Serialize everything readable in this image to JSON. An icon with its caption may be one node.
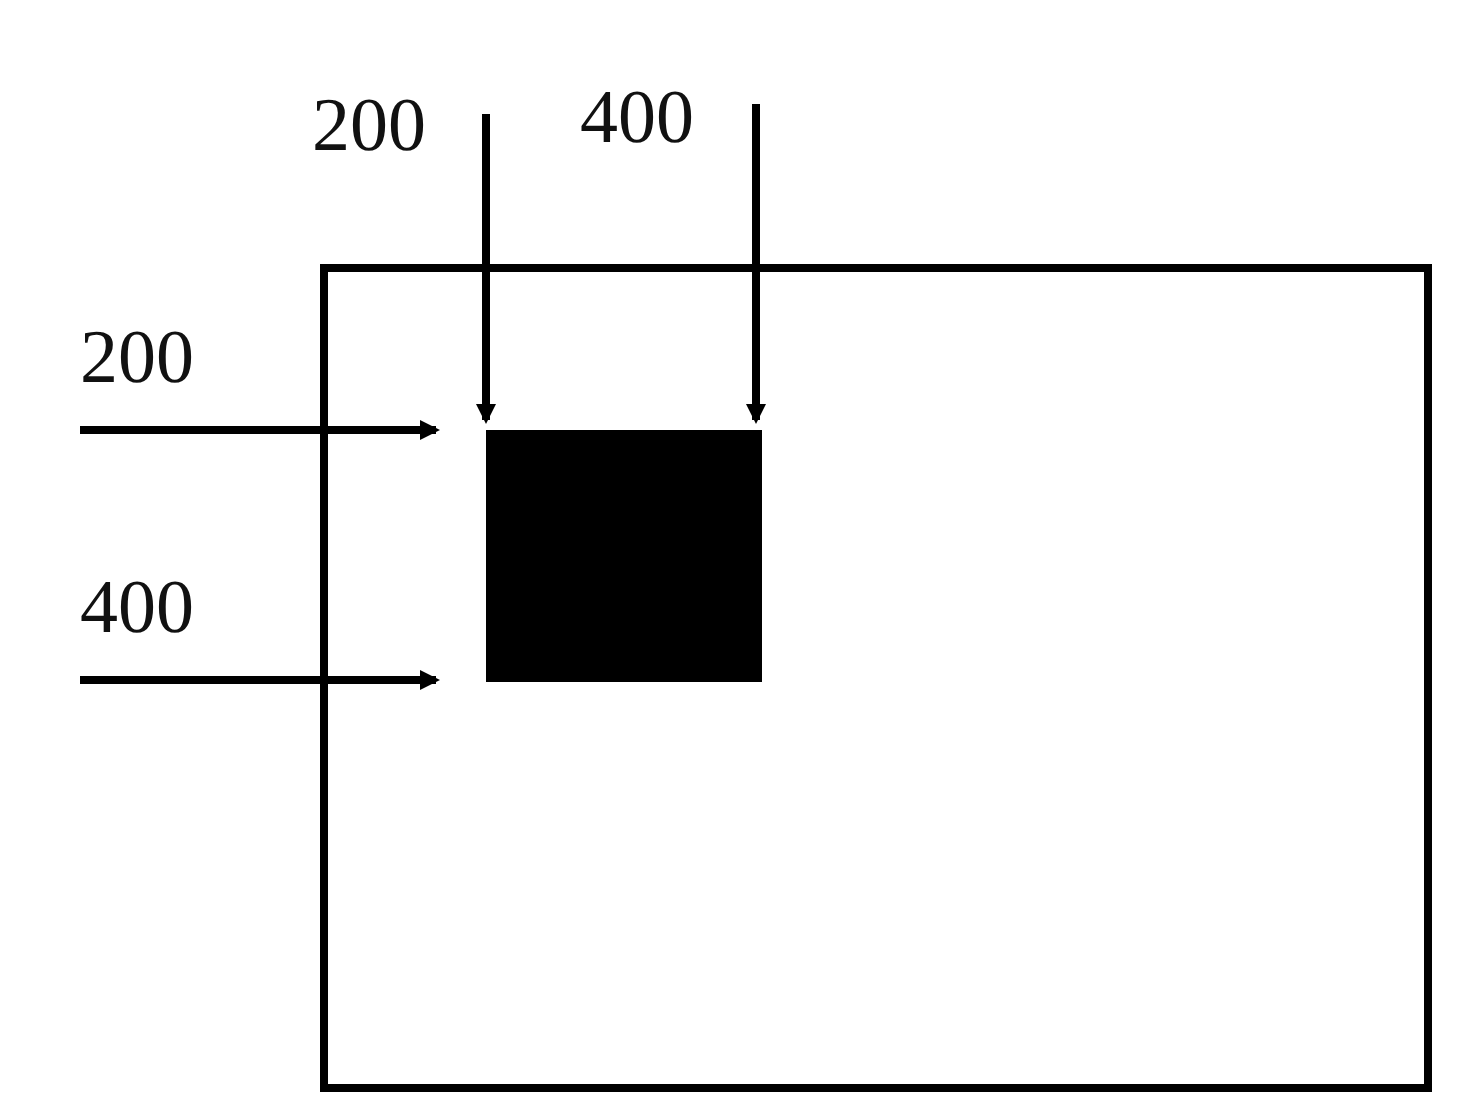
{
  "diagram": {
    "nodes": [
      {
        "text": [],
        "shape": "box"
      },
      {
        "text": [],
        "shape": "box",
        "in": 0
      }
    ],
    "labels": [
      "200",
      "400",
      "200",
      "400"
    ]
  }
}
